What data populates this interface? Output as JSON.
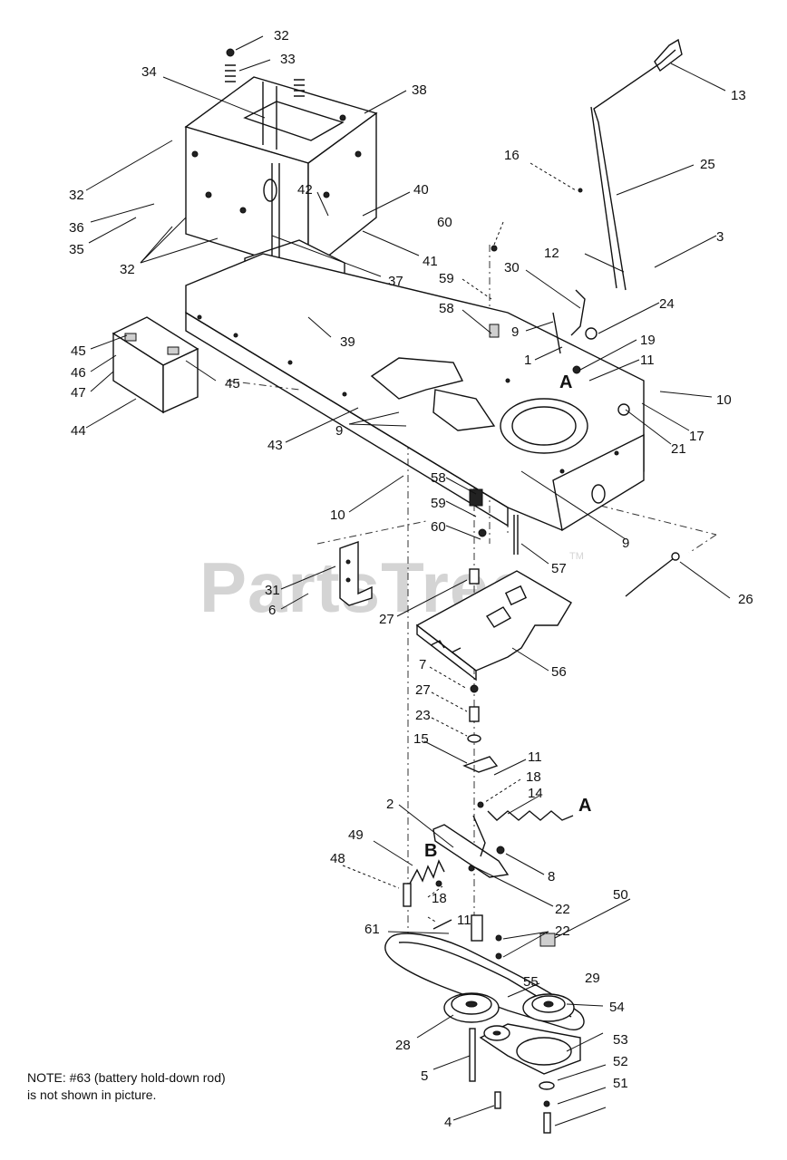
{
  "watermark": {
    "text": "PartsTree",
    "trademark": "TM"
  },
  "note": {
    "line1": "NOTE: #63 (battery hold-down rod)",
    "line2": "is not shown in picture."
  },
  "callouts": [
    "32",
    "33",
    "34",
    "38",
    "13",
    "16",
    "25",
    "32",
    "36",
    "35",
    "32",
    "42",
    "40",
    "41",
    "37",
    "60",
    "59",
    "58",
    "30",
    "12",
    "3",
    "24",
    "9",
    "1",
    "19",
    "11",
    "39",
    "45",
    "46",
    "47",
    "45",
    "44",
    "43",
    "9",
    "10",
    "17",
    "21",
    "10",
    "58",
    "59",
    "60",
    "57",
    "9",
    "31",
    "6",
    "27",
    "26",
    "56",
    "7",
    "27",
    "23",
    "15",
    "11",
    "18",
    "14",
    "2",
    "49",
    "48",
    "18",
    "61",
    "11",
    "8",
    "22",
    "50",
    "22",
    "55",
    "29",
    "54",
    "28",
    "53",
    "52",
    "5",
    "51",
    "4"
  ],
  "ref_letters": [
    "A",
    "A",
    "B"
  ]
}
